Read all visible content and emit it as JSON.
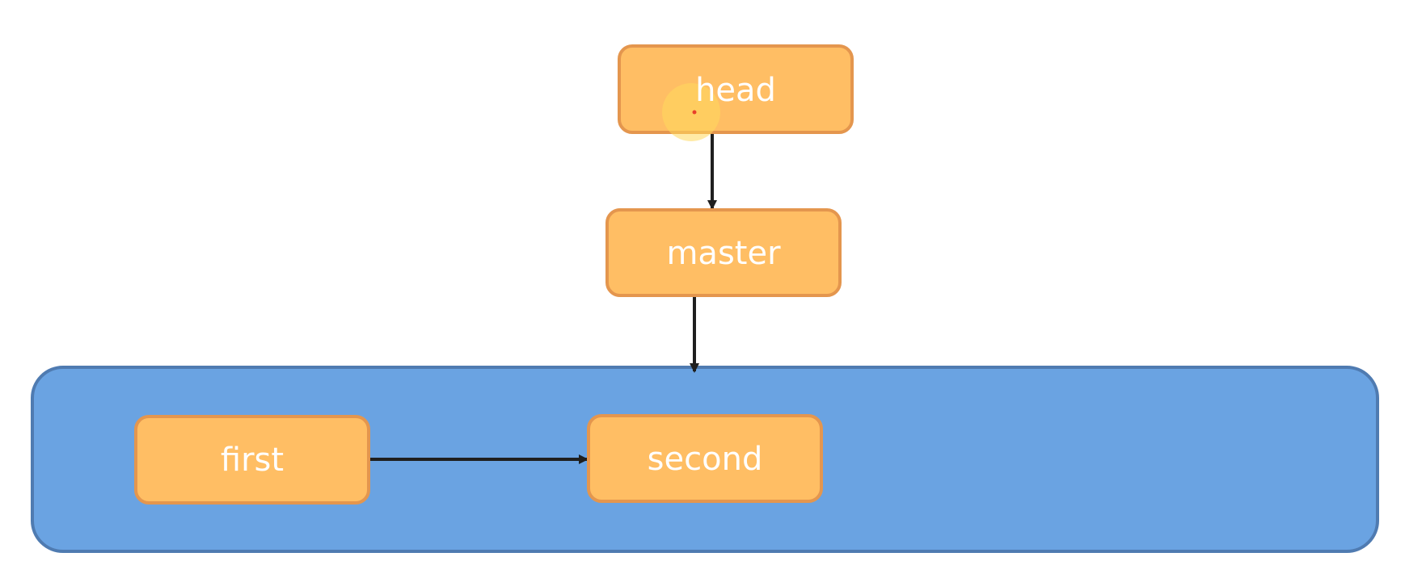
{
  "diagram": {
    "colors": {
      "node_fill": "#FFBE64",
      "node_stroke": "#E4964E",
      "group_fill": "#6AA3E2",
      "group_stroke": "#4F7BB1",
      "arrow": "#1F1F1F",
      "label": "#FFFFFF",
      "cursor_highlight": "#FFD85C",
      "cursor_dot": "#E8402A"
    },
    "nodes": {
      "head": {
        "label": "head"
      },
      "master": {
        "label": "master"
      },
      "first": {
        "label": "first"
      },
      "second": {
        "label": "second"
      }
    },
    "edges": [
      {
        "from": "head",
        "to": "master"
      },
      {
        "from": "master",
        "to": "commit-group"
      },
      {
        "from": "first",
        "to": "second"
      }
    ]
  }
}
